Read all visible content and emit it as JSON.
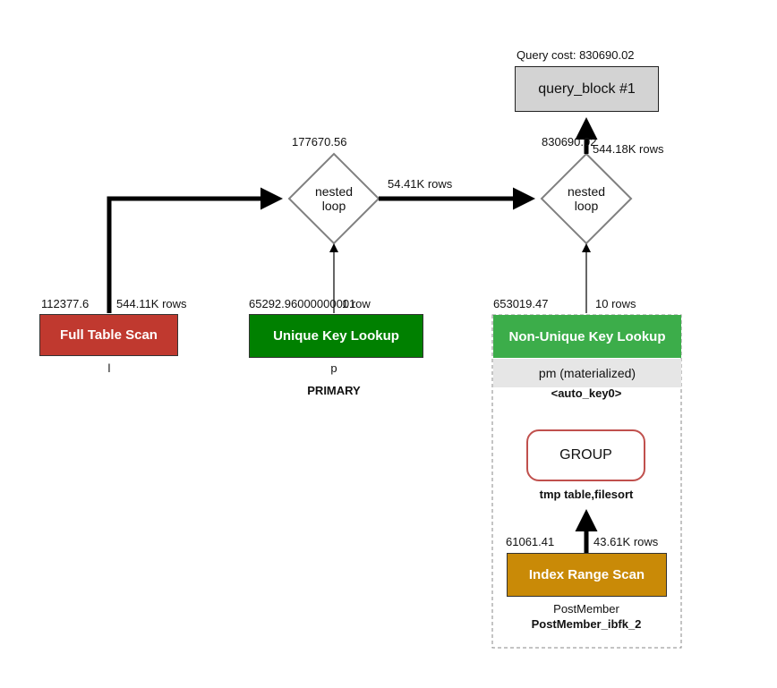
{
  "query_cost_label": "Query cost: 830690.02",
  "query_block": {
    "label": "query_block #1"
  },
  "top_join": {
    "cost": "830690.02",
    "rows": "544.18K rows",
    "label_line1": "nested",
    "label_line2": "loop"
  },
  "mid_join": {
    "cost": "177670.56",
    "rows_out": "54.41K rows",
    "label_line1": "nested",
    "label_line2": "loop"
  },
  "full_scan": {
    "cost": "112377.6",
    "rows": "544.11K rows",
    "label": "Full Table Scan",
    "table": "l"
  },
  "unique_lookup": {
    "cost": "65292.96000000001",
    "rows": "1 row",
    "label": "Unique Key Lookup",
    "table": "p",
    "key": "PRIMARY"
  },
  "nonunique_lookup": {
    "cost": "653019.47",
    "rows": "10 rows",
    "label": "Non-Unique Key Lookup",
    "materialized": "pm (materialized)",
    "key": "<auto_key0>"
  },
  "group": {
    "label": "GROUP",
    "note": "tmp table,filesort"
  },
  "index_range": {
    "cost": "61061.41",
    "rows": "43.61K rows",
    "label": "Index Range Scan",
    "table": "PostMember",
    "key": "PostMember_ibfk_2"
  },
  "colors": {
    "full_scan": "#c0392f",
    "unique_lookup": "#008000",
    "nonunique_lookup": "#3cad4a",
    "index_range": "#c98a07",
    "query_block": "#d3d3d3",
    "group_border": "#c0504d"
  }
}
